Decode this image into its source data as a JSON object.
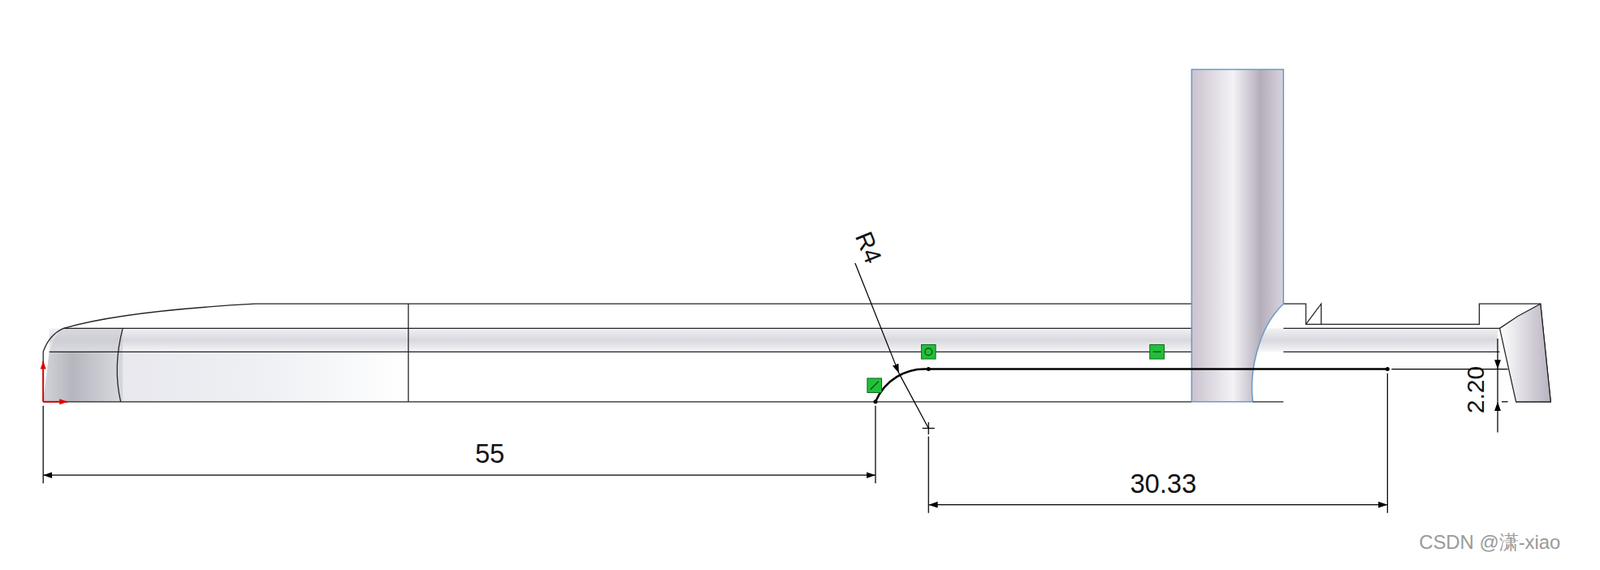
{
  "diagram": {
    "labels": [
      "R4",
      "55",
      "30.33",
      "2.20",
      "CSDN @潇-xiao"
    ]
  }
}
